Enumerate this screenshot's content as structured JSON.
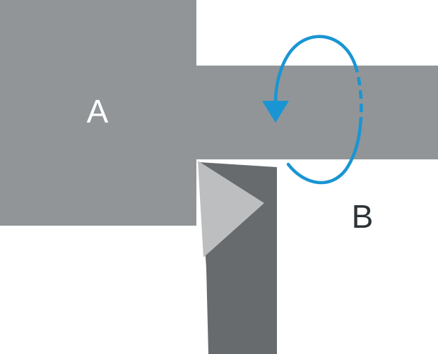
{
  "labels": {
    "a": "A",
    "b": "B"
  },
  "colors": {
    "background": "#ffffff",
    "block_gray": "#919597",
    "dark_gray": "#676b6e",
    "light_gray": "#bcbec0",
    "arrow_blue": "#1a95d3",
    "label_a": "#ffffff",
    "label_b": "#2b3338"
  },
  "icons": {
    "rotation": "circular-rotation-arrow",
    "wedge": "triangular-wedge"
  }
}
